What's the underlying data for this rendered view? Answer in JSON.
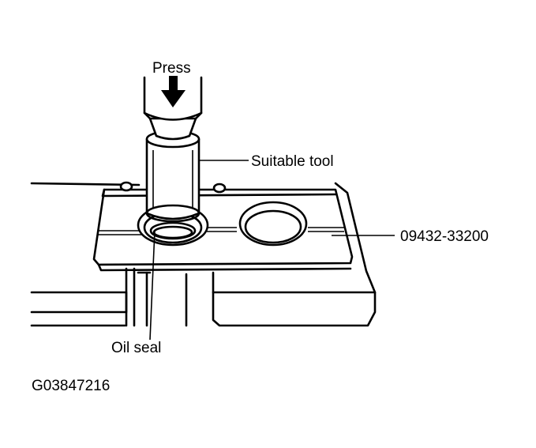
{
  "labels": {
    "press": "Press",
    "suitable_tool": "Suitable tool",
    "part_number": "09432-33200",
    "oil_seal": "Oil seal",
    "figure_code": "G03847216"
  }
}
